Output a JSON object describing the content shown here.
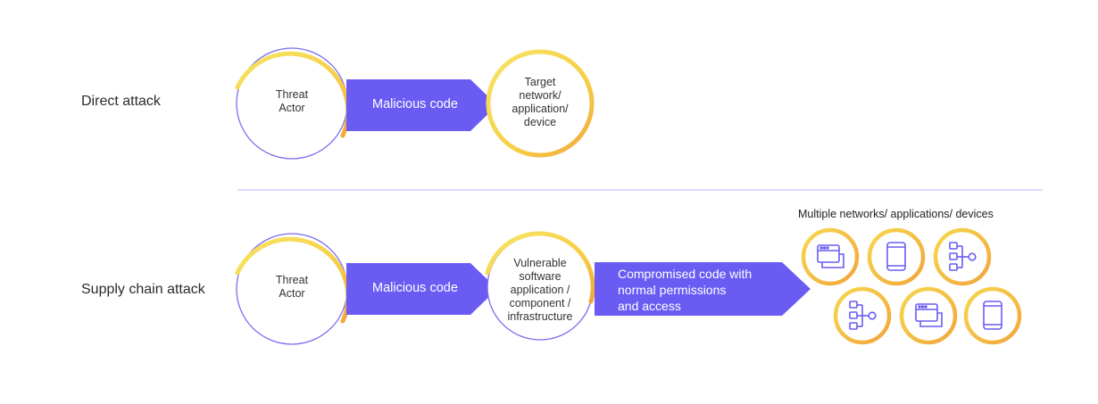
{
  "rows": {
    "direct": {
      "label": "Direct attack",
      "actor": [
        "Threat",
        "Actor"
      ],
      "arrow": "Malicious code",
      "target": [
        "Target",
        "network/",
        "application/",
        "device"
      ]
    },
    "supply": {
      "label": "Supply chain attack",
      "actor": [
        "Threat",
        "Actor"
      ],
      "arrow": "Malicious code",
      "vulnerable": [
        "Vulnerable",
        "software",
        "application /",
        "component /",
        "infrastructure"
      ],
      "compromised": [
        "Compromised code with",
        "normal permissions",
        "and access"
      ]
    }
  },
  "devices": {
    "title": "Multiple networks/ applications/ devices",
    "icons": [
      "browser-window-icon",
      "tablet-icon",
      "network-tree-icon",
      "network-tree-icon",
      "browser-window-icon",
      "tablet-icon"
    ]
  },
  "colors": {
    "arrow": "#6a5cf3",
    "ring_yellow": "#f5dd55",
    "ring_orange": "#f4a93a",
    "ring_purple": "#7b6cf0",
    "divider": "#c7c2f2",
    "icon_stroke": "#6a5cf3"
  }
}
